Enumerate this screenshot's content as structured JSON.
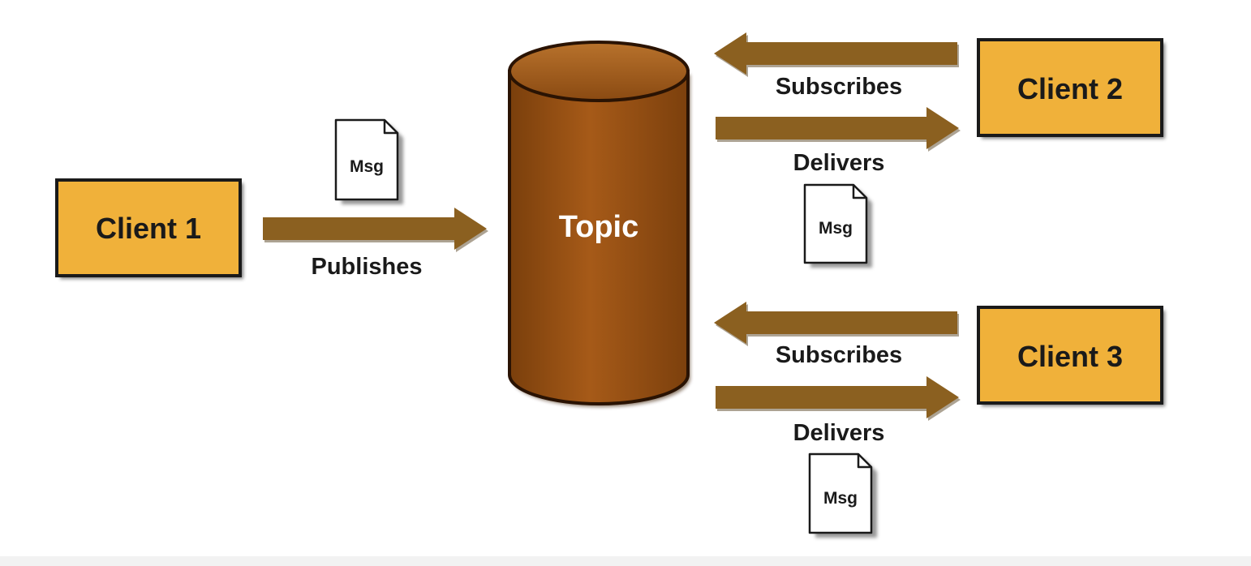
{
  "diagram": {
    "topic_label": "Topic",
    "clients": {
      "client1": "Client 1",
      "client2": "Client 2",
      "client3": "Client 3"
    },
    "edges": {
      "publishes": "Publishes",
      "client2_subscribes": "Subscribes",
      "client2_delivers": "Delivers",
      "client3_subscribes": "Subscribes",
      "client3_delivers": "Delivers"
    },
    "messages": {
      "published_msg": "Msg",
      "client2_msg": "Msg",
      "client3_msg": "Msg"
    }
  },
  "colors": {
    "client_box": "#F0B13A",
    "topic_body": "#9A5212",
    "arrow": "#8B6020",
    "text": "#1a1a1a",
    "topic_text": "#ffffff"
  }
}
